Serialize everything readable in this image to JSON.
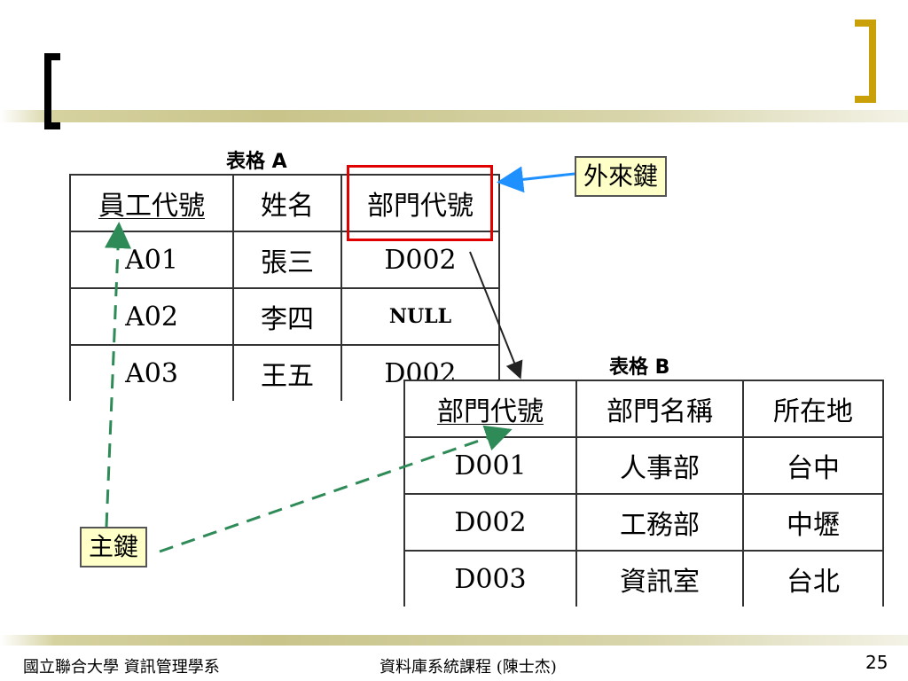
{
  "table_a": {
    "caption": "表格 A",
    "headers": [
      "員工代號",
      "姓名",
      "部門代號"
    ],
    "rows": [
      [
        "A01",
        "張三",
        "D002"
      ],
      [
        "A02",
        "李四",
        "NULL"
      ],
      [
        "A03",
        "王五",
        "D002"
      ]
    ]
  },
  "table_b": {
    "caption": "表格 B",
    "headers": [
      "部門代號",
      "部門名稱",
      "所在地"
    ],
    "rows": [
      [
        "D001",
        "人事部",
        "台中"
      ],
      [
        "D002",
        "工務部",
        "中壢"
      ],
      [
        "D003",
        "資訊室",
        "台北"
      ]
    ]
  },
  "labels": {
    "foreign_key": "外來鍵",
    "primary_key": "主鍵"
  },
  "colors": {
    "accent_gold": "#c9a007",
    "highlight_red": "#e00000",
    "arrow_blue": "#1e90ff",
    "arrow_green": "#2e8b57",
    "label_fill": "#ffffc8"
  },
  "footer": {
    "left": "國立聯合大學 資訊管理學系",
    "center": "資料庫系統課程 (陳士杰)",
    "page": "25"
  }
}
